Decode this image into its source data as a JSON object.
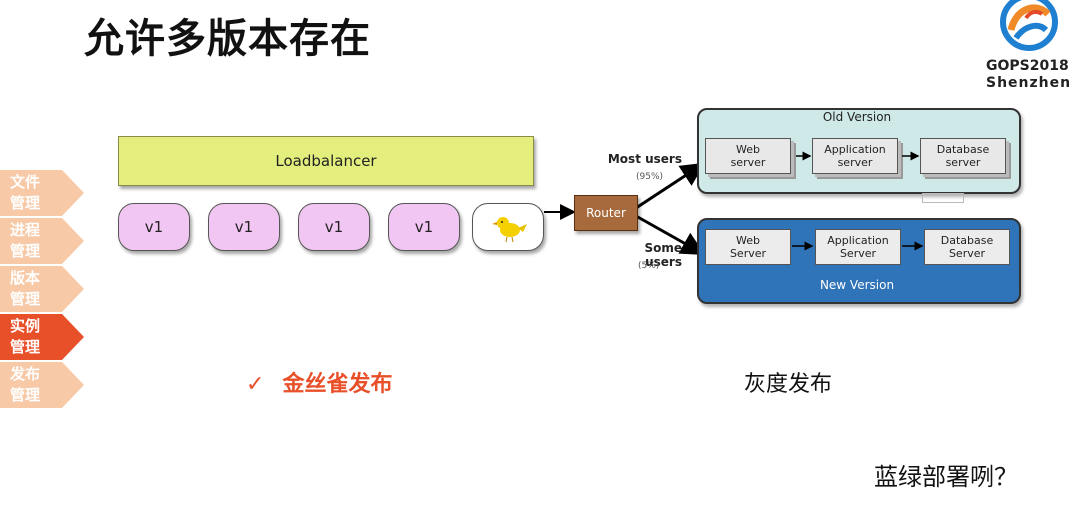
{
  "title": "允许多版本存在",
  "logo": {
    "line1": "GOPS2018",
    "line2": "Shenzhen"
  },
  "sidebar": {
    "items": [
      {
        "label": "文件管理",
        "active": false
      },
      {
        "label": "进程管理",
        "active": false
      },
      {
        "label": "版本管理",
        "active": false
      },
      {
        "label": "实例管理",
        "active": true
      },
      {
        "label": "发布管理",
        "active": false
      }
    ]
  },
  "canary_diagram": {
    "loadbalancer_label": "Loadbalancer",
    "instances": [
      "v1",
      "v1",
      "v1",
      "v1"
    ],
    "canary_icon": "canary-bird-icon"
  },
  "captions": {
    "check": "✓",
    "canary": "金丝雀发布",
    "gray": "灰度发布",
    "question": "蓝绿部署咧？"
  },
  "router_diagram": {
    "router_label": "Router",
    "most_users": "Most users",
    "most_pct": "(95%)",
    "some_users": "Some users",
    "some_pct": "(5%)",
    "old_version": {
      "title": "Old Version",
      "boxes": [
        "Web\nserver",
        "Application\nserver",
        "Database\nserver"
      ]
    },
    "new_version": {
      "title": "New Version",
      "boxes": [
        "Web\nServer",
        "Application\nServer",
        "Database\nServer"
      ]
    }
  },
  "colors": {
    "tab_inactive": "#f8c9a6",
    "tab_active": "#e8502a",
    "accent": "#e8502a"
  }
}
